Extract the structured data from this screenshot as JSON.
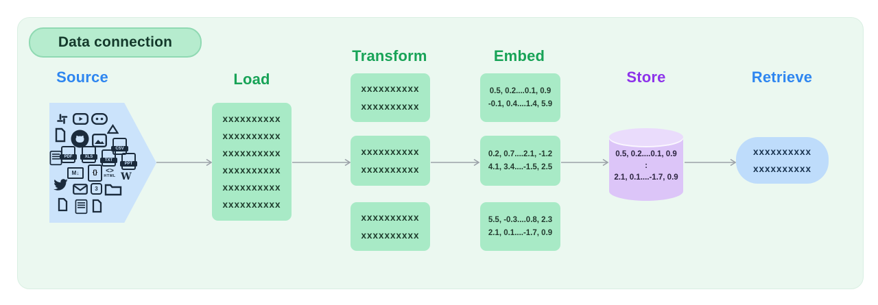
{
  "title_badge": {
    "label": "Data connection"
  },
  "columns": [
    {
      "id": "source",
      "label": "Source",
      "color": "#2e86f0"
    },
    {
      "id": "load",
      "label": "Load",
      "color": "#18a357"
    },
    {
      "id": "transform",
      "label": "Transform",
      "color": "#18a357"
    },
    {
      "id": "embed",
      "label": "Embed",
      "color": "#18a357"
    },
    {
      "id": "store",
      "label": "Store",
      "color": "#8d33ea"
    },
    {
      "id": "retrieve",
      "label": "Retrieve",
      "color": "#2e86f0"
    }
  ],
  "source": {
    "icons": [
      "slack-icon",
      "youtube-icon",
      "discord-icon",
      "file-icon",
      "github-icon",
      "image-icon",
      "google-drive-icon",
      "csv-file-icon",
      "document-icon",
      "pdf-file-icon",
      "xls-file-icon",
      "txt-file-icon",
      "ppt-file-icon",
      "markdown-icon",
      "code-file-icon",
      "html-icon",
      "wikipedia-icon",
      "twitter-icon",
      "email-icon",
      "css3-icon",
      "folder-icon",
      "file-icon",
      "document-icon",
      "file-icon"
    ],
    "file_labels": {
      "csv": "CSV",
      "pdf": "PDF",
      "xls": "XLS",
      "txt": "TXT",
      "ppt": "PPT"
    },
    "glyphs": {
      "markdown": "M↓",
      "code": "{}",
      "html_tag": "<>",
      "html_label": "HTML",
      "wikipedia": "W",
      "css3": "3",
      "drive": "△"
    }
  },
  "load": {
    "lines": [
      "xxxxxxxxxx",
      "xxxxxxxxxx",
      "xxxxxxxxxx",
      "xxxxxxxxxx",
      "xxxxxxxxxx",
      "xxxxxxxxxx"
    ]
  },
  "transform": {
    "boxes": [
      {
        "lines": [
          "xxxxxxxxxx",
          "xxxxxxxxxx"
        ]
      },
      {
        "lines": [
          "xxxxxxxxxx",
          "xxxxxxxxxx"
        ]
      },
      {
        "lines": [
          "xxxxxxxxxx",
          "xxxxxxxxxx"
        ]
      }
    ]
  },
  "embed": {
    "boxes": [
      {
        "lines": [
          "0.5, 0.2....0.1, 0.9",
          "-0.1, 0.4....1.4, 5.9"
        ]
      },
      {
        "lines": [
          "0.2, 0.7....2.1, -1.2",
          "4.1, 3.4....-1.5, 2.5"
        ]
      },
      {
        "lines": [
          "5.5, -0.3....0.8, 2.3",
          "2.1, 0.1....-1.7, 0.9"
        ]
      }
    ]
  },
  "store": {
    "lines": [
      "0.5, 0.2....0.1, 0.9",
      ":",
      "2.1, 0.1....-1.7, 0.9"
    ]
  },
  "retrieve": {
    "lines": [
      "xxxxxxxxxx",
      "xxxxxxxxxx"
    ]
  },
  "colors": {
    "panel_bg": "#ebf8f0",
    "badge_bg": "#b6ecce",
    "badge_border": "#8fd9b2",
    "green_box": "#a8eac6",
    "blue_shape": "#cbe3fb",
    "retrieve_box": "#bedcfb",
    "cylinder_body": "#dcc5f8",
    "cylinder_top": "#eadcfc",
    "heading_green": "#18a357",
    "heading_blue": "#2e86f0",
    "heading_purple": "#8d33ea",
    "arrow": "#9ba1a8",
    "icon_dark": "#1b2b3c"
  }
}
